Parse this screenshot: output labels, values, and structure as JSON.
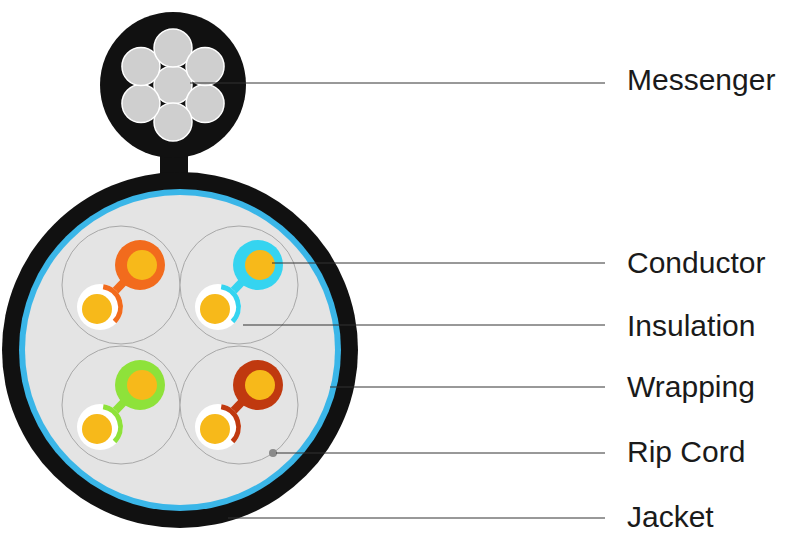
{
  "diagram": {
    "labels": [
      "Messenger",
      "Conductor",
      "Insulation",
      "Wrapping",
      "Rip Cord",
      "Jacket"
    ]
  }
}
